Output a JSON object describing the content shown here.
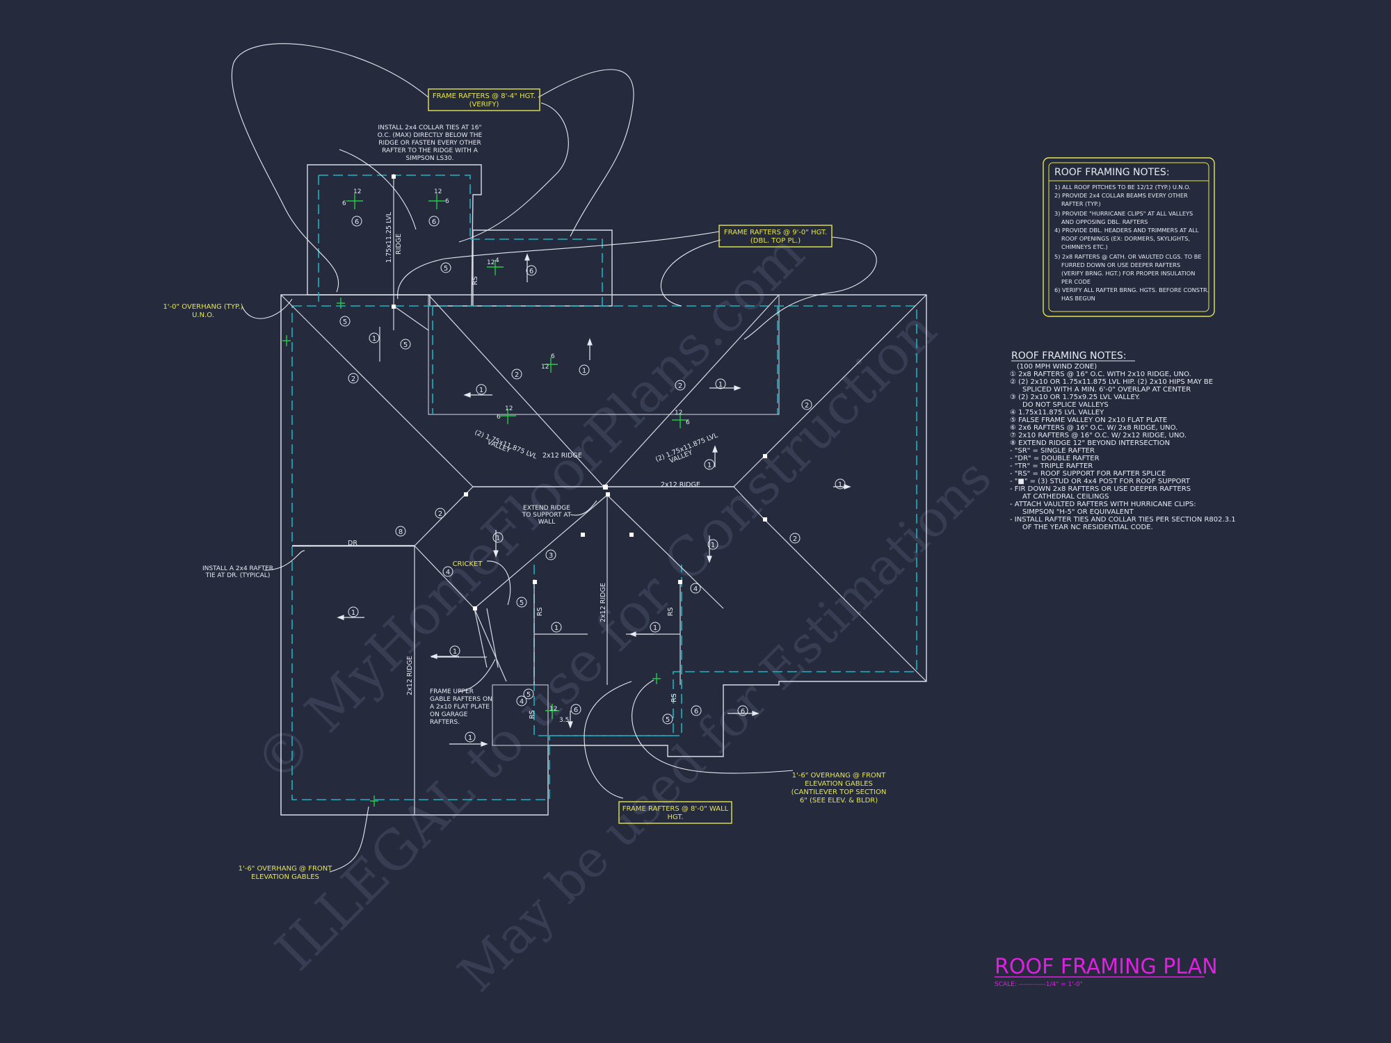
{
  "watermark": {
    "line1": "© MyHomeFloorPlans.com",
    "line2": "ILLEGAL to use for Construction",
    "line3": "May be used for Estimations"
  },
  "title": {
    "text": "ROOF FRAMING PLAN",
    "scale": "SCALE: ------------1/4\" = 1'-0\"",
    "color": "#e020e0"
  },
  "notes_box": {
    "heading": "ROOF FRAMING NOTES:",
    "items": [
      "1) ALL ROOF PITCHES TO BE 12/12 (TYP.) U.N.O.",
      "2) PROVIDE 2x4 COLLAR BEAMS EVERY OTHER",
      "RAFTER (TYP.)",
      "3) PROVIDE \"HURRICANE CLIPS\" AT ALL VALLEYS",
      "AND OPPOSING DBL. RAFTERS",
      "4) PROVIDE DBL. HEADERS AND TRIMMERS AT ALL",
      "ROOF OPENINGS (EX: DORMERS, SKYLIGHTS,",
      "CHIMNEYS ETC.)",
      "5) 2x8 RAFTERS @ CATH. OR VAULTED CLGS. TO BE",
      "FURRED DOWN OR USE DEEPER RAFTERS",
      "(VERIFY BRNG. HGT.) FOR PROPER INSULATION",
      "PER CODE",
      "6) VERIFY ALL RAFTER BRNG. HGTS. BEFORE CONSTR.",
      "HAS BEGUN"
    ]
  },
  "legend": {
    "heading": "ROOF FRAMING NOTES:",
    "items": [
      "(100 MPH WIND ZONE)",
      "① 2x8 RAFTERS @ 16\" O.C. WITH 2x10 RIDGE, UNO.",
      "② (2) 2x10 OR 1.75x11.875 LVL HIP. (2) 2x10 HIPS MAY BE",
      "SPLICED WITH A MIN. 6'-0\" OVERLAP AT CENTER",
      "③ (2) 2x10 OR 1.75x9.25 LVL VALLEY.",
      "DO NOT SPLICE VALLEYS",
      "④ 1.75x11.875 LVL VALLEY",
      "⑤ FALSE FRAME VALLEY ON 2x10 FLAT PLATE",
      "⑥ 2x6 RAFTERS @ 16\" O.C. W/ 2x8 RIDGE, UNO.",
      "⑦ 2x10 RAFTERS @ 16\" O.C. W/ 2x12 RIDGE, UNO.",
      "⑧ EXTEND RIDGE 12\" BEYOND INTERSECTION",
      "- \"SR\" = SINGLE RAFTER",
      "- \"DR\" = DOUBLE RAFTER",
      "- \"TR\" = TRIPLE RAFTER",
      "- \"RS\" = ROOF SUPPORT FOR RAFTER SPLICE",
      "- \"■\" = (3) STUD OR 4x4 POST FOR ROOF SUPPORT",
      "- FIR DOWN 2x8 RAFTERS OR USE DEEPER RAFTERS",
      "AT CATHEDRAL CEILINGS",
      "- ATTACH VAULTED RAFTERS WITH HURRICANE CLIPS:",
      "SIMPSON \"H-5\" OR EQUIVALENT",
      "- INSTALL RAFTER TIES AND COLLAR TIES PER SECTION R802.3.1",
      "OF THE YEAR NC RESIDENTIAL CODE."
    ]
  },
  "callouts": {
    "frame_844": [
      "FRAME RAFTERS @ 8'-4\" HGT.",
      "(VERIFY)"
    ],
    "frame_90": [
      "FRAME RAFTERS @ 9'-0\" HGT.",
      "(DBL. TOP PL.)"
    ],
    "frame_80": [
      "FRAME RAFTERS @ 8'-0\" WALL",
      "HGT."
    ],
    "overhang_typ": [
      "1'-0\" OVERHANG (TYP.)",
      "U.N.O."
    ],
    "overhang_front_left": [
      "1'-6\" OVERHANG @ FRONT",
      "ELEVATION GABLES"
    ],
    "overhang_front_right": [
      "1'-6\" OVERHANG @ FRONT",
      "ELEVATION GABLES",
      "(CANTILEVER TOP SECTION",
      "6\" (SEE ELEV. & BLDR)"
    ],
    "collar_ties": [
      "INSTALL 2x4 COLLAR TIES AT 16\"",
      "O.C. (MAX) DIRECTLY BELOW THE",
      "RIDGE OR FASTEN EVERY OTHER",
      "RAFTER TO THE RIDGE WITH A",
      "SIMPSON LS30."
    ],
    "rafter_tie": [
      "INSTALL A 2x4 RAFTER",
      "TIE AT DR. (TYPICAL)"
    ],
    "extend_ridge": [
      "EXTEND RIDGE",
      "TO SUPPORT AT",
      "WALL"
    ],
    "frame_upper": [
      "FRAME UPPER",
      "GABLE RAFTERS ON",
      "A 2x10 FLAT PLATE",
      "ON GARAGE",
      "RAFTERS."
    ],
    "cricket": "CRICKET"
  },
  "plan_labels": {
    "ridge_2x12_a": "2x12 RIDGE",
    "ridge_2x12_b": "2x12 RIDGE",
    "ridge_2x12_c": "2x12 RIDGE",
    "ridge_2x12_d": "2x12 RIDGE",
    "ridge_lvl": [
      "1.75x11.25 LVL",
      "RIDGE"
    ],
    "valley_left": [
      "(2) 1.75x11.875 LVL",
      "VALLEY"
    ],
    "valley_right": [
      "(2) 1.75x11.875 LVL",
      "VALLEY"
    ],
    "dr": "DR",
    "rs": "RS",
    "pitch_12": "12",
    "pitch_6": "6",
    "pitch_4": "4",
    "pitch_35": "3.5",
    "n1": "1",
    "n2": "2",
    "n3": "3",
    "n4": "4",
    "n5": "5",
    "n6": "6",
    "n8": "8"
  },
  "colors": {
    "background": "#252a3c",
    "line": "#d9dbe6",
    "dashed": "#19b4c4",
    "callout": "#e6e64a",
    "pitch": "#22cc44"
  }
}
